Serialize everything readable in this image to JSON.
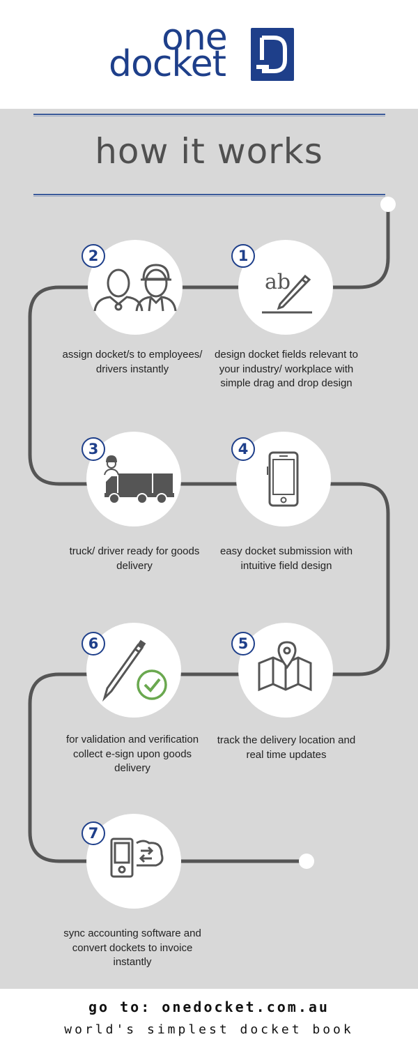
{
  "logo": {
    "line1": "one",
    "line2": "docket",
    "mark_icon": "docket-d-mark",
    "brand_color": "#1e3f8a"
  },
  "title": "how it works",
  "colors": {
    "background": "#d8d8d8",
    "path": "#555555",
    "rule": "#3b5a9a",
    "check": "#6aa84f"
  },
  "steps": [
    {
      "number": "1",
      "icon": "signature-pen-icon",
      "text": "design docket fields relevant to your industry/ workplace with simple drag and drop design"
    },
    {
      "number": "2",
      "icon": "workers-icon",
      "text": "assign docket/s to employees/ drivers instantly"
    },
    {
      "number": "3",
      "icon": "truck-icon",
      "text": "truck/ driver ready for goods delivery"
    },
    {
      "number": "4",
      "icon": "smartphone-icon",
      "text": "easy docket submission with intuitive field design"
    },
    {
      "number": "5",
      "icon": "map-pin-icon",
      "text": "track the delivery location and real time updates"
    },
    {
      "number": "6",
      "icon": "pen-check-icon",
      "text": "for validation and verification collect e-sign upon goods delivery"
    },
    {
      "number": "7",
      "icon": "device-cloud-sync-icon",
      "text": "sync accounting software and convert dockets to invoice instantly"
    }
  ],
  "footer": {
    "url_line": "go to: onedocket.com.au",
    "tagline": "world's simplest docket book"
  }
}
